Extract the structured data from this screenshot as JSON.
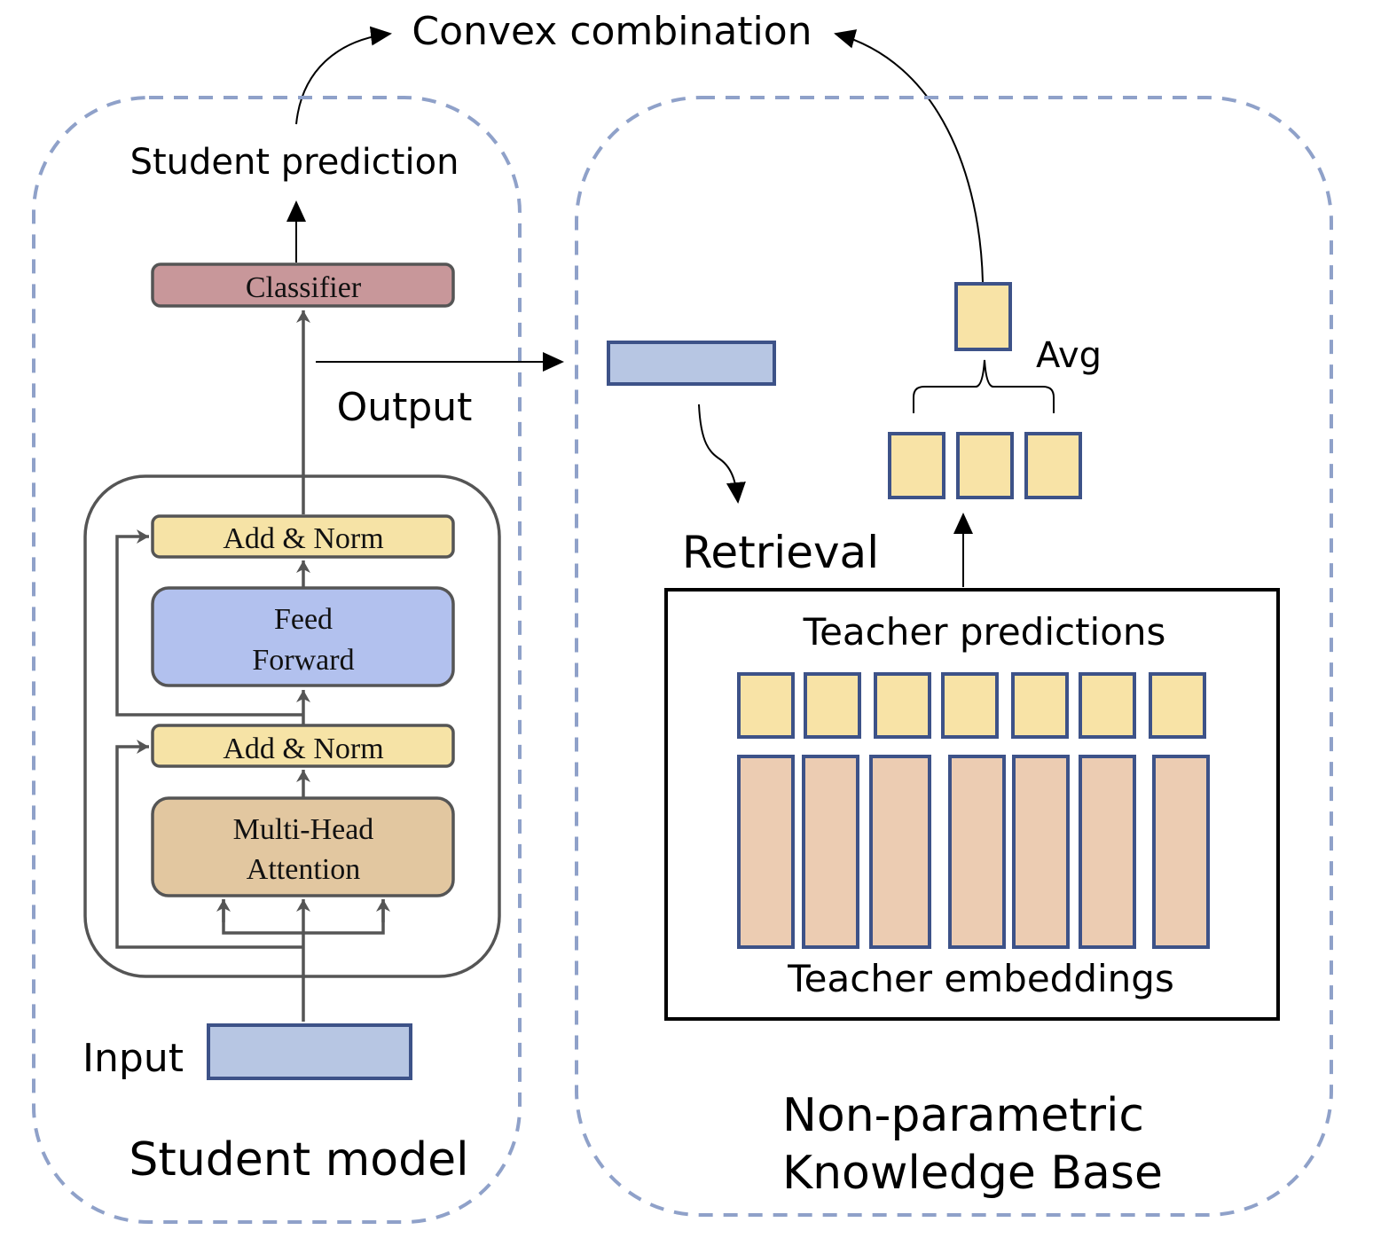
{
  "title": "Convex combination",
  "colors": {
    "panel_border": "#8fa1c9",
    "classifier": "#c8979a",
    "add_norm": "#f6e3a6",
    "feed_forward": "#b2c1ee",
    "attention": "#e2c7a0",
    "vector_blue": "#b7c6e3",
    "prediction_yellow": "#f8e3a6",
    "embedding_peach": "#ecccb2",
    "vector_border": "#3d5288"
  },
  "student": {
    "panel_label": "Student model",
    "prediction_label": "Student prediction",
    "classifier_label": "Classifier",
    "add_norm_top_label": "Add & Norm",
    "feed_forward_line1": "Feed",
    "feed_forward_line2": "Forward",
    "add_norm_bottom_label": "Add & Norm",
    "attention_line1": "Multi-Head",
    "attention_line2": "Attention",
    "output_label": "Output",
    "input_label": "Input"
  },
  "knowledge_base": {
    "panel_label_line1": "Non-parametric",
    "panel_label_line2": "Knowledge Base",
    "retrieval_label": "Retrieval",
    "avg_label": "Avg",
    "teacher_predictions_label": "Teacher predictions",
    "teacher_embeddings_label": "Teacher embeddings",
    "retrieved_count": 3,
    "teacher_prediction_count": 7,
    "teacher_embedding_count": 7
  }
}
